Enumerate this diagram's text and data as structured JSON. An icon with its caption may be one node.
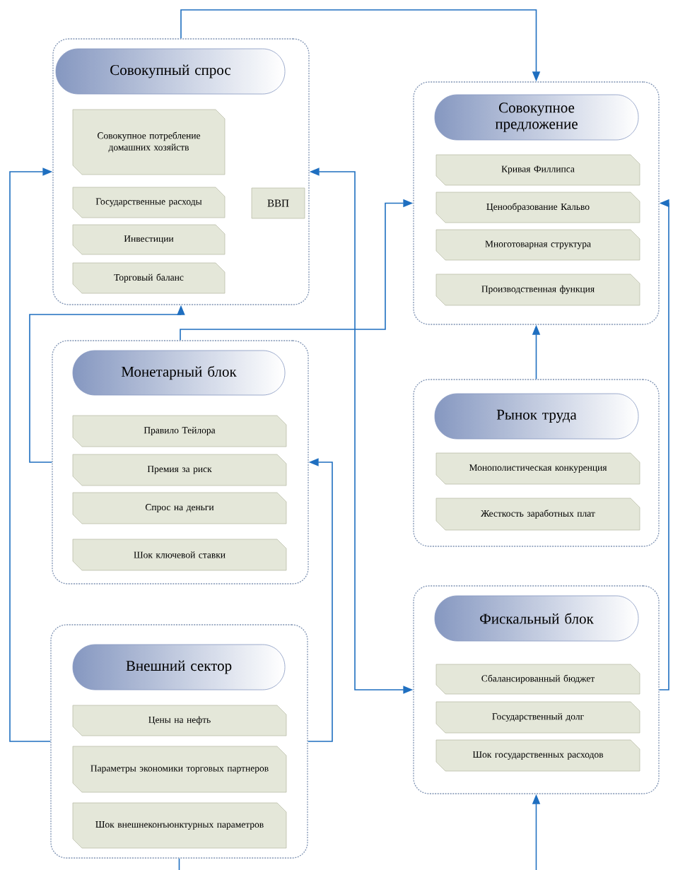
{
  "diagram": {
    "nodes": [
      {
        "text": [],
        "shape": "box"
      },
      {
        "text": [
          "Совокупный спрос"
        ],
        "in": 0
      },
      {
        "text": [
          "Совокупное потребление домашних хозяйств"
        ],
        "in": 0
      },
      {
        "text": [
          "Государственные расходы"
        ],
        "in": 0
      },
      {
        "text": [
          "Инвестиции"
        ],
        "in": 0
      },
      {
        "text": [
          "Торговый баланс"
        ],
        "in": 0
      },
      {
        "text": [
          "ВВП"
        ],
        "in": 0
      },
      {
        "text": [],
        "shape": "box"
      },
      {
        "text": [
          "Совокупное предложение"
        ],
        "in": 7
      },
      {
        "text": [
          "Кривая Филлипса"
        ],
        "in": 7
      },
      {
        "text": [
          "Ценообразование Кальво"
        ],
        "in": 7
      },
      {
        "text": [
          "Многотоварная структура"
        ],
        "in": 7
      },
      {
        "text": [
          "Производственная функция"
        ],
        "in": 7
      },
      {
        "text": [],
        "shape": "box"
      },
      {
        "text": [
          "Монетарный блок"
        ],
        "in": 13
      },
      {
        "text": [
          "Правило Тейлора"
        ],
        "in": 13
      },
      {
        "text": [
          "Премия за риск"
        ],
        "in": 13
      },
      {
        "text": [
          "Спрос на деньги"
        ],
        "in": 13
      },
      {
        "text": [
          "Шок ключевой ставки"
        ],
        "in": 13
      },
      {
        "text": [],
        "shape": "box"
      },
      {
        "text": [
          "Рынок труда"
        ],
        "in": 19
      },
      {
        "text": [
          "Монополистическая конкуренция"
        ],
        "in": 19
      },
      {
        "text": [
          "Жесткость заработных плат"
        ],
        "in": 19
      },
      {
        "text": [],
        "shape": "box"
      },
      {
        "text": [
          "Фискальный блок"
        ],
        "in": 23
      },
      {
        "text": [
          "Сбалансированный бюджет"
        ],
        "in": 23
      },
      {
        "text": [
          "Государственный долг"
        ],
        "in": 23
      },
      {
        "text": [
          "Шок государственных расходов"
        ],
        "in": 23
      },
      {
        "text": [],
        "shape": "box"
      },
      {
        "text": [
          "Внешний сектор"
        ],
        "in": 28
      },
      {
        "text": [
          "Цены на нефть"
        ],
        "in": 28
      },
      {
        "text": [
          "Параметры экономики торговых партнеров"
        ],
        "in": 28
      },
      {
        "text": [
          "Шок внешнеконъюнктурных параметров"
        ],
        "in": 28
      }
    ],
    "edges": [
      {
        "from": 0,
        "to": 7,
        "arrow": "to"
      },
      {
        "from": 13,
        "to": 7,
        "arrow": "to"
      },
      {
        "from": 13,
        "to": 0,
        "arrow": "to"
      },
      {
        "from": 28,
        "to": 0,
        "arrow": "to"
      },
      {
        "from": 28,
        "to": 13,
        "arrow": "to"
      },
      {
        "from": 0,
        "to": 23,
        "arrow": "both"
      },
      {
        "from": 19,
        "to": 7,
        "arrow": "to"
      },
      {
        "from": 23,
        "to": 7,
        "arrow": "to"
      },
      {
        "from": 28,
        "to": null,
        "arrow": "none"
      },
      {
        "from": null,
        "to": 23,
        "arrow": "to"
      }
    ]
  }
}
